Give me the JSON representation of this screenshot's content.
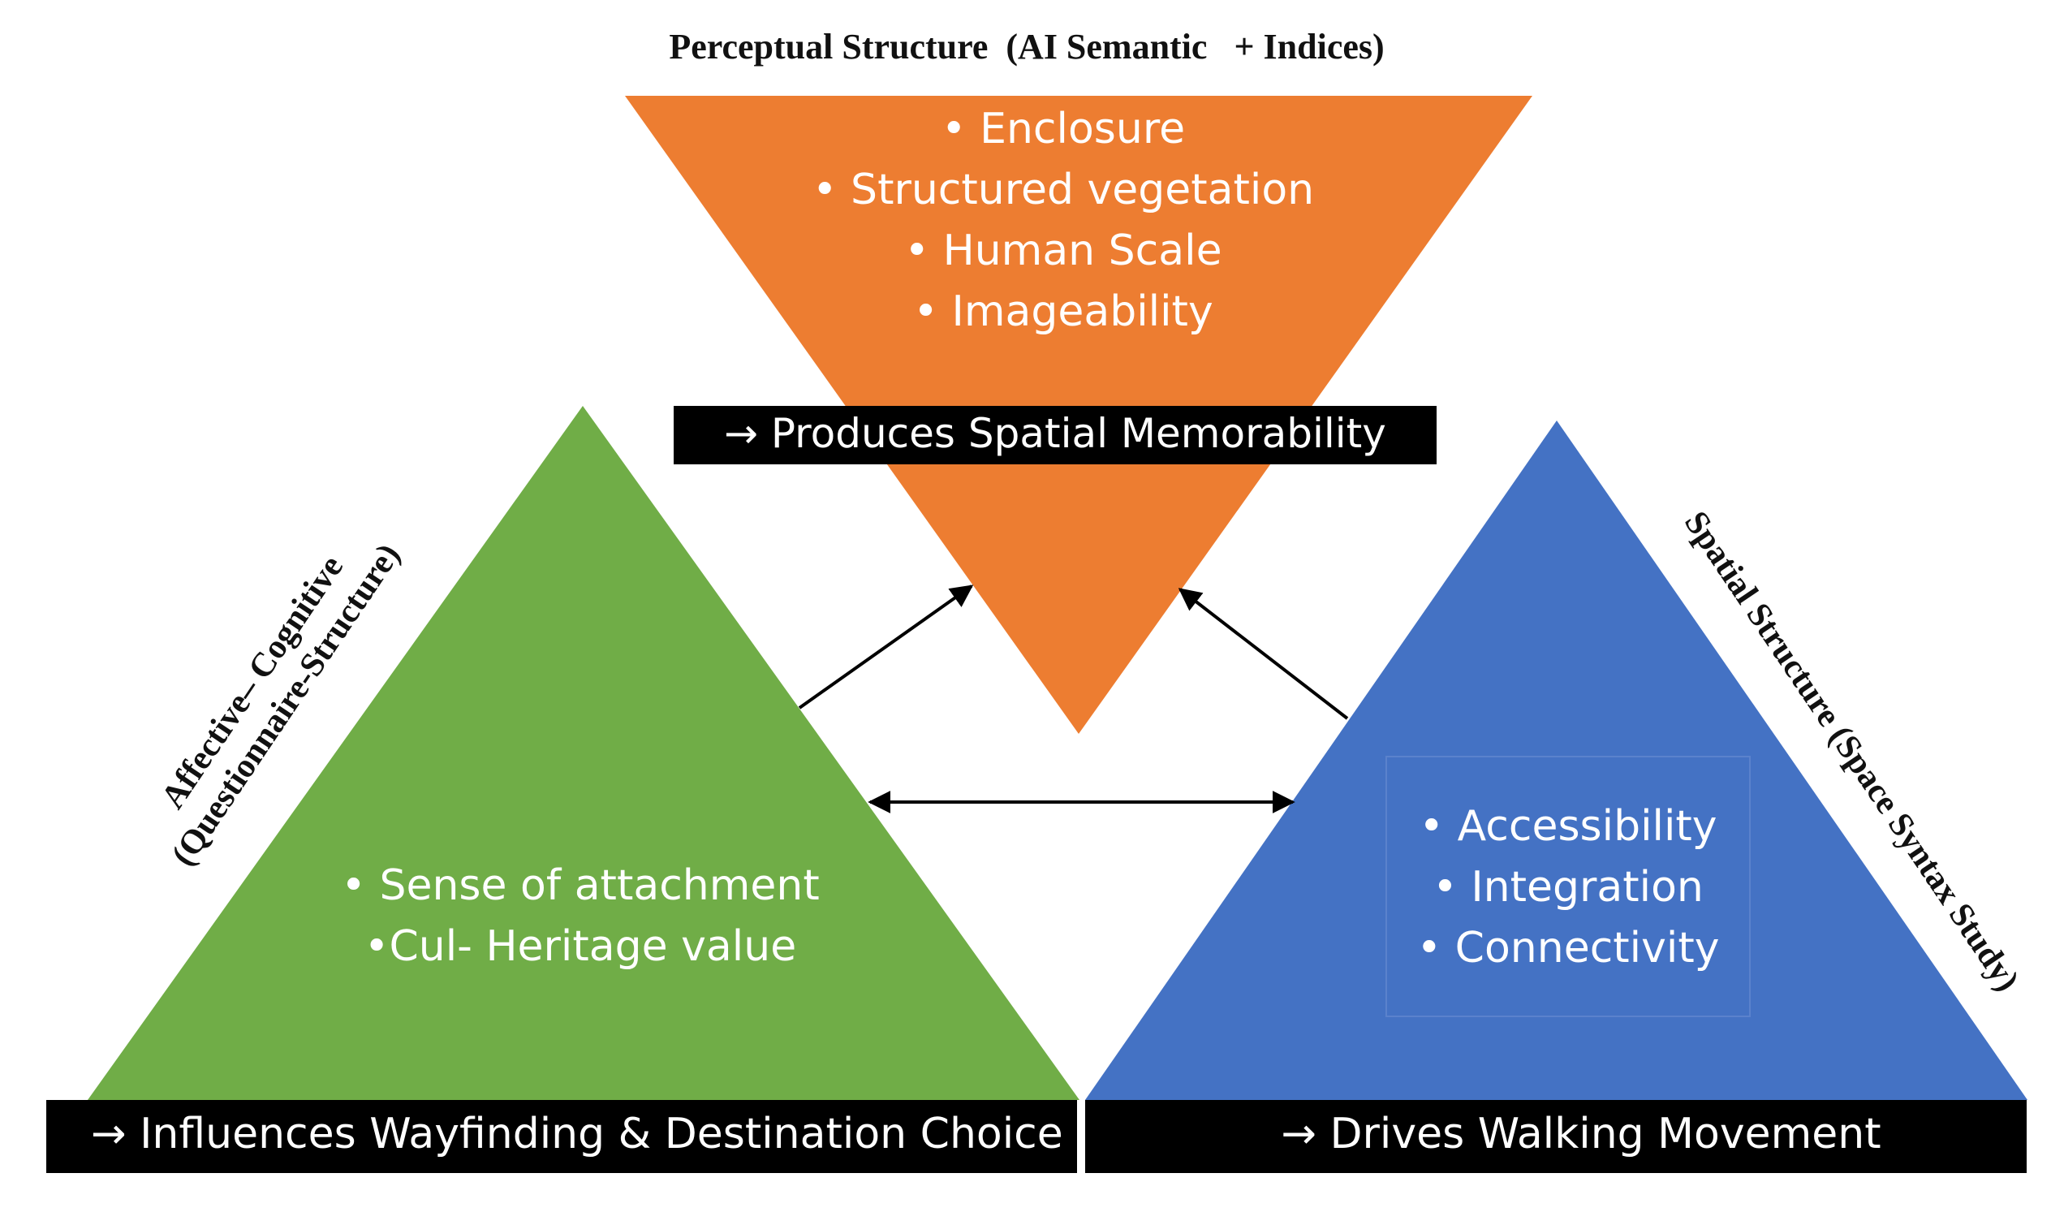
{
  "colors": {
    "perceptual": "#ED7D31",
    "affective": "#70AD47",
    "spatial": "#4472C4",
    "spatial_box_border": "#5B82CC",
    "banner": "#000000",
    "text_light": "#FFFFFF",
    "text_dark": "#111111"
  },
  "perceptual": {
    "title": "Perceptual Structure  (AI Semantic   + Indices)",
    "items": [
      "• Enclosure",
      "• Structured vegetation",
      "• Human Scale",
      "• Imageability"
    ],
    "banner": "→ Produces Spatial Memorability"
  },
  "affective": {
    "title_line1": "Affective– Cognitive",
    "title_line2": "(Questionnaire-Structure)",
    "items": [
      "• Sense of attachment",
      "•Cul- Heritage value"
    ],
    "banner": "→ Influences Wayfinding & Destination Choice"
  },
  "spatial": {
    "title": "Spatial Structure (Space Syntax Study)",
    "items": [
      "• Accessibility",
      "• Integration",
      "• Connectivity"
    ],
    "banner": "→ Drives Walking Movement"
  },
  "arrows": [
    {
      "from": "affective",
      "to": "perceptual",
      "kind": "single"
    },
    {
      "from": "spatial",
      "to": "perceptual",
      "kind": "single"
    },
    {
      "from": "affective",
      "to": "spatial",
      "kind": "double"
    }
  ]
}
